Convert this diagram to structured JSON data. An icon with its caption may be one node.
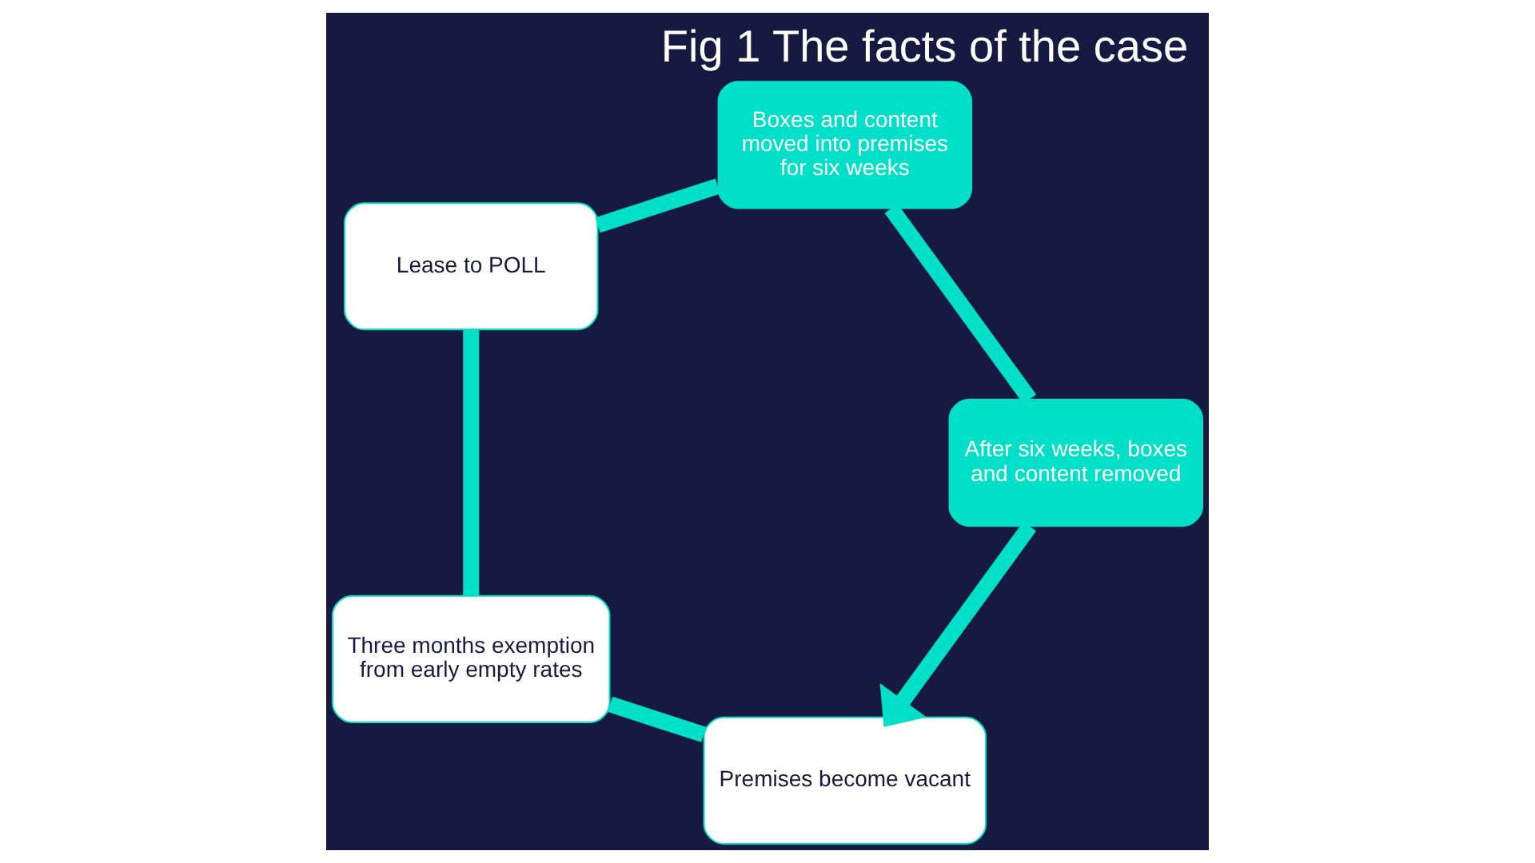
{
  "diagram": {
    "title": "Fig 1 The facts of the case",
    "nodes": [
      {
        "text": [
          "Premises become vacant"
        ]
      },
      {
        "text": [
          "Three months exemption from early empty rates"
        ]
      },
      {
        "text": [
          "Lease to POLL"
        ]
      },
      {
        "text": [
          "Boxes and content moved into premises for six weeks"
        ]
      },
      {
        "text": [
          "After six weeks, boxes and content removed"
        ]
      }
    ],
    "edges": [
      {
        "from": 0,
        "to": 1,
        "arrow": "none"
      },
      {
        "from": 1,
        "to": 2,
        "arrow": "none"
      },
      {
        "from": 2,
        "to": 3,
        "arrow": "none"
      },
      {
        "from": 3,
        "to": 4,
        "arrow": "none"
      },
      {
        "from": 4,
        "to": 0,
        "arrow": "to"
      }
    ]
  }
}
